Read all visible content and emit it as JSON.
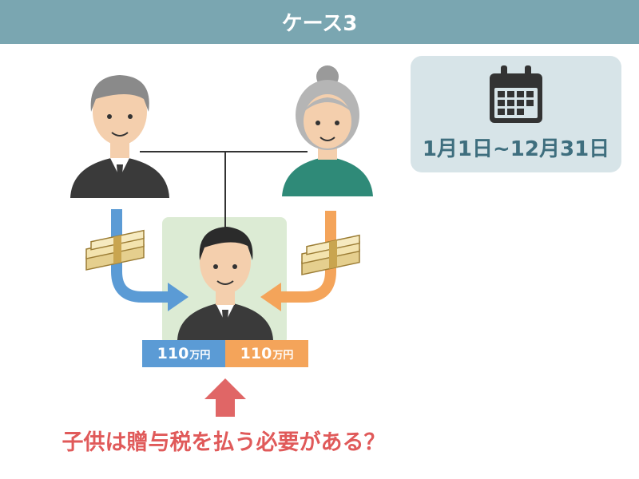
{
  "header": {
    "title": "ケース3"
  },
  "period": {
    "icon": "calendar-icon",
    "text": "1月1日~12月31日"
  },
  "gifts": [
    {
      "from": "grandfather",
      "amount": "110",
      "unit": "万円",
      "color": "#5b9bd5"
    },
    {
      "from": "grandmother",
      "amount": "110",
      "unit": "万円",
      "color": "#f4a45a"
    }
  ],
  "question": "子供は贈与税を払う必要がある？",
  "colors": {
    "header": "#7aa6b1",
    "card": "#d7e4e8",
    "card_text": "#3e6e7e",
    "child_box": "#dcebd4",
    "blue_arrow": "#5b9bd5",
    "orange_arrow": "#f4a45a",
    "red_arrow": "#e06666",
    "question_text": "#e05a5a"
  }
}
